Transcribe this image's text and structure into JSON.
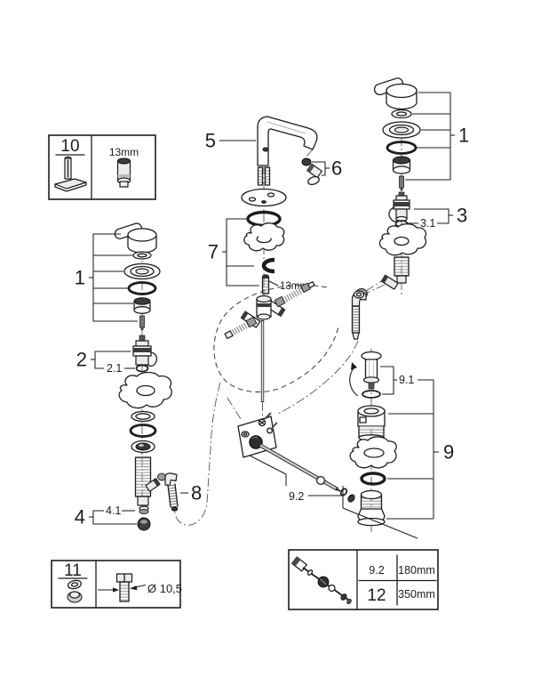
{
  "callouts": {
    "spout": "5",
    "mousseur": "6",
    "escutcheon_set": "7",
    "handle_left": "1",
    "handle_right": "1",
    "cartridge_left": "2",
    "seal_left": "2.1",
    "cartridge_right": "3",
    "seal_right": "3.1",
    "fixing_nut": "4",
    "fixing_washer": "4.1",
    "flex_hose": "8",
    "waste_set": "9",
    "waste_plug": "9.1",
    "pull_rod": "9.2",
    "wrench_note": "13mm"
  },
  "tool_box": {
    "number": "10",
    "socket_size": "13mm"
  },
  "fixing_box": {
    "number": "11",
    "diameter": "Ø 10,5"
  },
  "rod_table": {
    "rows": [
      {
        "ref": "9.2",
        "length": "180mm"
      },
      {
        "ref": "12",
        "length": "350mm"
      }
    ]
  }
}
